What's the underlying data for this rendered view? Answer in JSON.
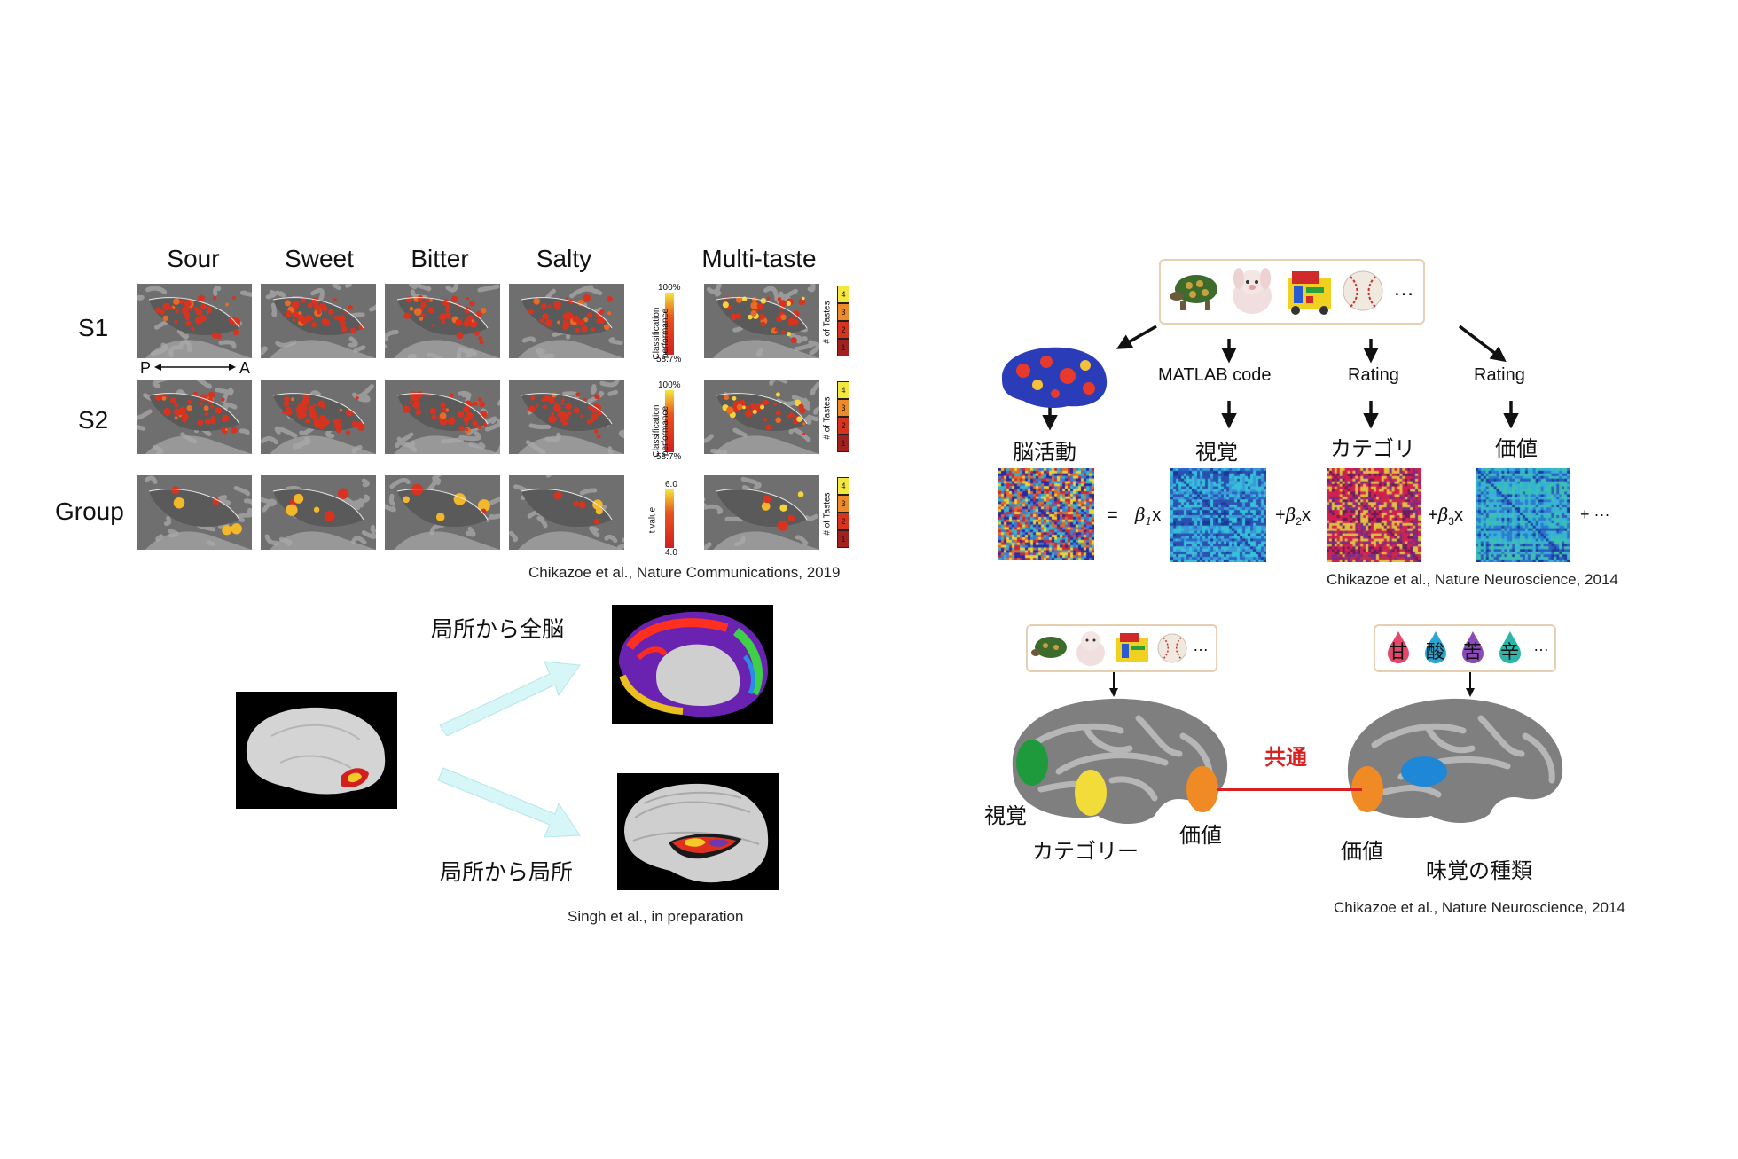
{
  "left_top": {
    "columns": [
      "Sour",
      "Sweet",
      "Bitter",
      "Salty",
      "Multi-taste"
    ],
    "rows": [
      "S1",
      "S2",
      "Group"
    ],
    "axis_p": "P",
    "axis_a": "A",
    "scale_cp": {
      "top": "100%",
      "bottom": "58.7%",
      "label": "Classification\nperformance"
    },
    "scale_t": {
      "top": "6.0",
      "bottom": "4.0",
      "label": "t value"
    },
    "tastes_label": "# of Tastes",
    "tastes_levels": [
      "4",
      "3",
      "2",
      "1"
    ],
    "citation": "Chikazoe et al., Nature Communications, 2019"
  },
  "left_bottom": {
    "label_top": "局所から全脳",
    "label_bottom": "局所から局所",
    "citation": "Singh et al., in preparation"
  },
  "right_top": {
    "ellipsis": "…",
    "branches": [
      "MATLAB code",
      "Rating",
      "Rating"
    ],
    "labels": [
      "脳活動",
      "視覚",
      "カテゴリ",
      "価値"
    ],
    "equation": {
      "eq": "=",
      "b1": "β",
      "s1": "1",
      "x": "x",
      "plus": "+",
      "s2": "2",
      "s3": "3",
      "tail": "+ ···"
    },
    "citation": "Chikazoe et al., Nature Neuroscience, 2014"
  },
  "right_bottom": {
    "tastes": [
      "甘",
      "酸",
      "苦",
      "辛"
    ],
    "ellipsis": "…",
    "common": "共通",
    "left_labels": [
      "視覚",
      "カテゴリー",
      "価値"
    ],
    "right_labels": [
      "価値",
      "味覚の種類"
    ],
    "citation": "Chikazoe et al., Nature Neuroscience, 2014",
    "colors": {
      "green": "#1e9a3c",
      "yellow": "#f2dc3a",
      "orange": "#f08a24",
      "blue": "#1e88d6",
      "red_line": "#d92020"
    }
  }
}
